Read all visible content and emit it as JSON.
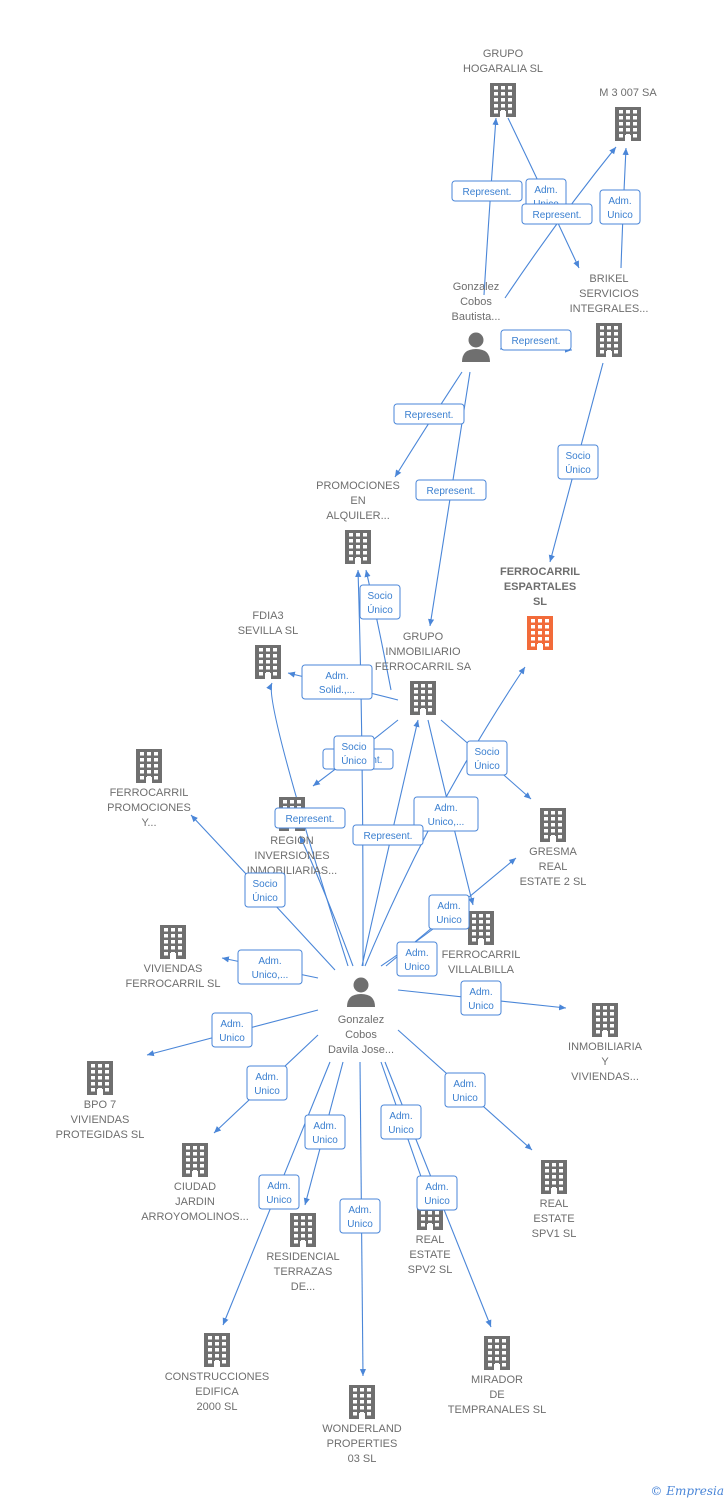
{
  "colors": {
    "building": "#6f6f6f",
    "building_highlight": "#f26b3a",
    "edge": "#4a86d8",
    "label": "#6e6e6e"
  },
  "nodes": [
    {
      "id": "grupo_hogaralia",
      "type": "company",
      "lines": [
        "GRUPO",
        "HOGARALIA SL"
      ]
    },
    {
      "id": "m3007",
      "type": "company",
      "lines": [
        "M 3 007 SA"
      ]
    },
    {
      "id": "gonzalez_cobos_bautista",
      "type": "person",
      "lines": [
        "Gonzalez",
        "Cobos",
        "Bautista..."
      ]
    },
    {
      "id": "brikel",
      "type": "company",
      "lines": [
        "BRIKEL",
        "SERVICIOS",
        "INTEGRALES..."
      ]
    },
    {
      "id": "promociones_alquiler",
      "type": "company",
      "lines": [
        "PROMOCIONES",
        "EN",
        "ALQUILER..."
      ]
    },
    {
      "id": "ferrocarril_espartales",
      "type": "company",
      "highlight": true,
      "lines": [
        "FERROCARRIL",
        "ESPARTALES",
        "SL"
      ]
    },
    {
      "id": "fdia3",
      "type": "company",
      "lines": [
        "FDIA3",
        "SEVILLA  SL"
      ]
    },
    {
      "id": "grupo_inmobiliario",
      "type": "company",
      "lines": [
        "GRUPO",
        "INMOBILIARIO",
        "FERROCARRIL SA"
      ]
    },
    {
      "id": "ferrocarril_promociones",
      "type": "company",
      "lines": [
        "FERROCARRIL",
        "PROMOCIONES",
        "Y..."
      ]
    },
    {
      "id": "region_inversiones",
      "type": "company",
      "lines": [
        "REGION",
        "INVERSIONES",
        "INMOBILIARIAS..."
      ]
    },
    {
      "id": "gresma",
      "type": "company",
      "lines": [
        "GRESMA",
        "REAL",
        "ESTATE 2  SL"
      ]
    },
    {
      "id": "viviendas_ferrocarril",
      "type": "company",
      "lines": [
        "VIVIENDAS",
        "FERROCARRIL SL"
      ]
    },
    {
      "id": "ferrocarril_villalbilla",
      "type": "company",
      "lines": [
        "FERROCARRIL",
        "VILLALBILLA"
      ]
    },
    {
      "id": "gonzalez_cobos_davila",
      "type": "person",
      "lines": [
        "Gonzalez",
        "Cobos",
        "Davila Jose..."
      ]
    },
    {
      "id": "inmobiliaria_viviendas",
      "type": "company",
      "lines": [
        "INMOBILIARIA",
        "Y",
        "VIVIENDAS..."
      ]
    },
    {
      "id": "bpo7",
      "type": "company",
      "lines": [
        "BPO 7",
        "VIVIENDAS",
        "PROTEGIDAS SL"
      ]
    },
    {
      "id": "ciudad_jardin",
      "type": "company",
      "lines": [
        "CIUDAD",
        "JARDIN",
        "ARROYOMOLINOS..."
      ]
    },
    {
      "id": "residencial_terrazas",
      "type": "company",
      "lines": [
        "RESIDENCIAL",
        "TERRAZAS",
        "DE..."
      ]
    },
    {
      "id": "real_estate_spv2",
      "type": "company",
      "lines": [
        "REAL",
        "ESTATE",
        "SPV2  SL"
      ]
    },
    {
      "id": "real_estate_spv1",
      "type": "company",
      "lines": [
        "REAL",
        "ESTATE",
        "SPV1  SL"
      ]
    },
    {
      "id": "construcciones_edifica",
      "type": "company",
      "lines": [
        "CONSTRUCCIONES",
        "EDIFICA",
        "2000 SL"
      ]
    },
    {
      "id": "mirador",
      "type": "company",
      "lines": [
        "MIRADOR",
        "DE",
        "TEMPRANALES SL"
      ]
    },
    {
      "id": "wonderland",
      "type": "company",
      "lines": [
        "WONDERLAND",
        "PROPERTIES",
        "03  SL"
      ]
    }
  ],
  "edges": [
    {
      "from": "gonzalez_cobos_bautista",
      "to": "grupo_hogaralia",
      "label": [
        "Represent."
      ]
    },
    {
      "from": "gonzalez_cobos_bautista",
      "to": "m3007",
      "label": [
        "Adm.",
        "Unico"
      ]
    },
    {
      "from": "grupo_hogaralia",
      "to": "brikel",
      "label": [
        "Represent."
      ]
    },
    {
      "from": "brikel",
      "to": "m3007",
      "label": [
        "Adm.",
        "Unico"
      ]
    },
    {
      "from": "gonzalez_cobos_bautista",
      "to": "brikel",
      "label": [
        "Represent."
      ]
    },
    {
      "from": "gonzalez_cobos_bautista",
      "to": "promociones_alquiler",
      "label": [
        "Represent."
      ]
    },
    {
      "from": "gonzalez_cobos_bautista",
      "to": "grupo_inmobiliario",
      "label": [
        "Represent."
      ]
    },
    {
      "from": "brikel",
      "to": "ferrocarril_espartales",
      "label": [
        "Socio",
        "Único"
      ]
    },
    {
      "from": "grupo_inmobiliario",
      "to": "promociones_alquiler",
      "label": [
        "Socio",
        "Único"
      ]
    },
    {
      "from": "grupo_inmobiliario",
      "to": "fdia3",
      "label": [
        "Adm.",
        "Solid.,..."
      ]
    },
    {
      "from": "grupo_inmobiliario",
      "to": "region_inversiones",
      "label": [
        "Represent."
      ]
    },
    {
      "from": "grupo_inmobiliario",
      "to": "gresma",
      "label": [
        "Socio",
        "Único"
      ]
    },
    {
      "from": "grupo_inmobiliario",
      "to": "ferrocarril_villalbilla",
      "label": [
        "Adm.",
        "Unico,..."
      ]
    },
    {
      "from": "gonzalez_cobos_davila",
      "to": "region_inversiones",
      "label": [
        "Represent."
      ]
    },
    {
      "from": "gonzalez_cobos_davila",
      "to": "grupo_inmobiliario",
      "label": [
        "Represent."
      ]
    },
    {
      "from": "gonzalez_cobos_davila",
      "to": "ferrocarril_espartales",
      "label": [
        "Socio",
        "Único"
      ]
    },
    {
      "from": "gonzalez_cobos_davila",
      "to": "ferrocarril_promociones",
      "label": [
        "Socio",
        "Único"
      ]
    },
    {
      "from": "gonzalez_cobos_davila",
      "to": "gresma",
      "label": [
        "Adm.",
        "Unico"
      ]
    },
    {
      "from": "gonzalez_cobos_davila",
      "to": "viviendas_ferrocarril",
      "label": [
        "Adm.",
        "Unico,..."
      ]
    },
    {
      "from": "gonzalez_cobos_davila",
      "to": "ferrocarril_villalbilla",
      "label": [
        "Adm.",
        "Unico"
      ]
    },
    {
      "from": "gonzalez_cobos_davila",
      "to": "inmobiliaria_viviendas",
      "label": [
        "Adm.",
        "Unico"
      ]
    },
    {
      "from": "gonzalez_cobos_davila",
      "to": "bpo7",
      "label": [
        "Adm.",
        "Unico"
      ]
    },
    {
      "from": "gonzalez_cobos_davila",
      "to": "ciudad_jardin",
      "label": [
        "Adm.",
        "Unico"
      ]
    },
    {
      "from": "gonzalez_cobos_davila",
      "to": "residencial_terrazas",
      "label": [
        "Adm.",
        "Unico"
      ]
    },
    {
      "from": "gonzalez_cobos_davila",
      "to": "real_estate_spv2",
      "label": [
        "Adm.",
        "Unico"
      ]
    },
    {
      "from": "gonzalez_cobos_davila",
      "to": "real_estate_spv1",
      "label": [
        "Adm.",
        "Unico"
      ]
    },
    {
      "from": "gonzalez_cobos_davila",
      "to": "construcciones_edifica",
      "label": [
        "Adm.",
        "Unico"
      ]
    },
    {
      "from": "gonzalez_cobos_davila",
      "to": "mirador",
      "label": [
        "Adm.",
        "Unico"
      ]
    },
    {
      "from": "gonzalez_cobos_davila",
      "to": "wonderland",
      "label": [
        "Adm.",
        "Unico"
      ]
    },
    {
      "from": "gonzalez_cobos_davila",
      "to": "promociones_alquiler",
      "label": [
        "Socio",
        "Único"
      ]
    },
    {
      "from": "gonzalez_cobos_davila",
      "to": "fdia3",
      "label": []
    }
  ],
  "footer": {
    "copyright": "©",
    "brand": "Empresia"
  }
}
